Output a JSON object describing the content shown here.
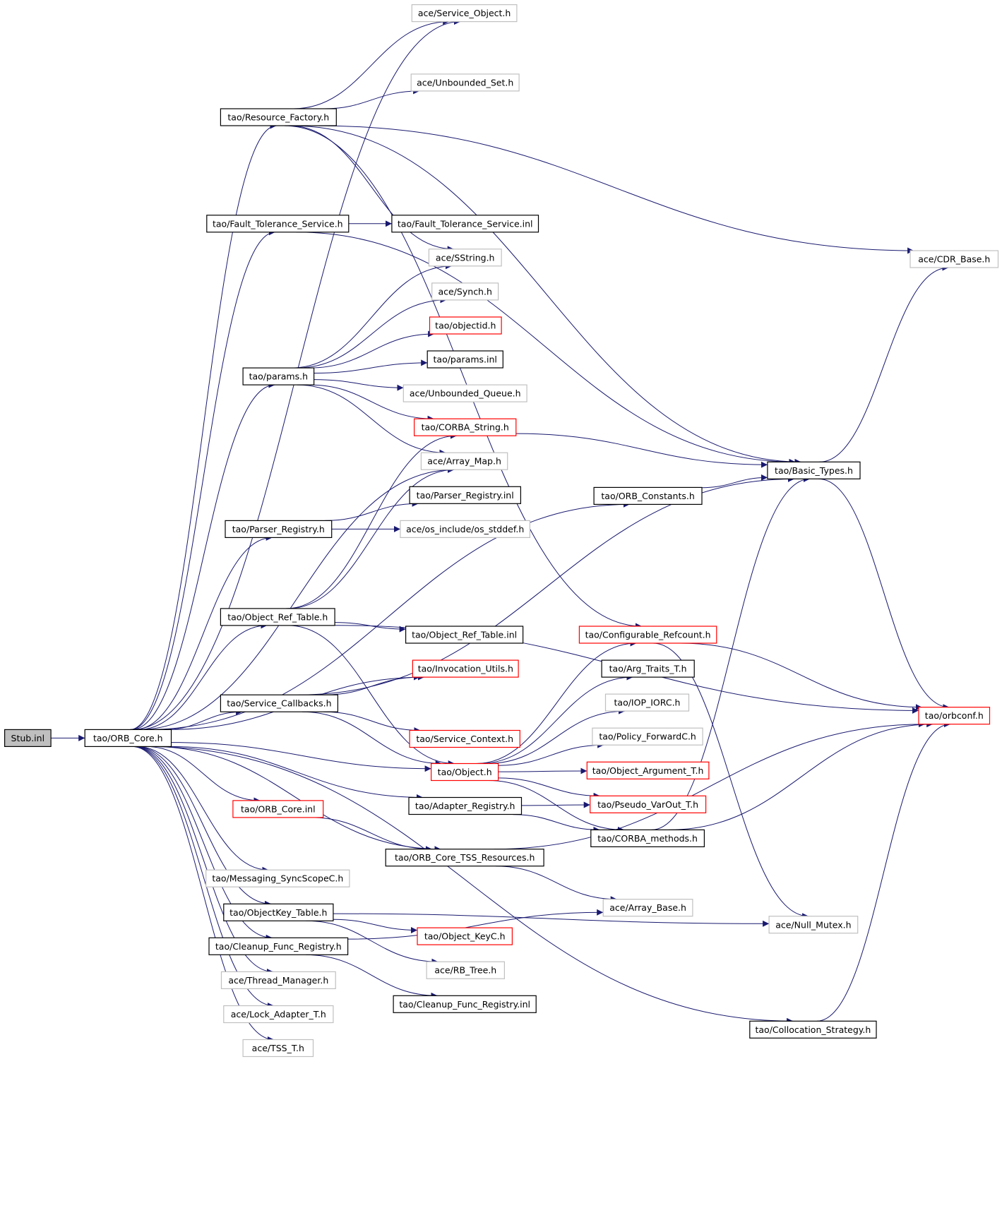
{
  "colors": {
    "edge": "#191970",
    "black_border": "#000000",
    "gray_border": "#c0c0c0",
    "red_border": "#ff0000",
    "root_fill": "#bfbfbf"
  },
  "nodes": [
    {
      "id": "stub",
      "label": "Stub.inl",
      "style": "root"
    },
    {
      "id": "orbcore",
      "label": "tao/ORB_Core.h",
      "style": "black"
    },
    {
      "id": "svcobj",
      "label": "ace/Service_Object.h",
      "style": "gray"
    },
    {
      "id": "unbset",
      "label": "ace/Unbounded_Set.h",
      "style": "gray"
    },
    {
      "id": "resfac",
      "label": "tao/Resource_Factory.h",
      "style": "black"
    },
    {
      "id": "fts",
      "label": "tao/Fault_Tolerance_Service.h",
      "style": "black"
    },
    {
      "id": "ftsinl",
      "label": "tao/Fault_Tolerance_Service.inl",
      "style": "black"
    },
    {
      "id": "sstring",
      "label": "ace/SString.h",
      "style": "gray"
    },
    {
      "id": "cdrbase",
      "label": "ace/CDR_Base.h",
      "style": "gray"
    },
    {
      "id": "synch",
      "label": "ace/Synch.h",
      "style": "gray"
    },
    {
      "id": "objectid",
      "label": "tao/objectid.h",
      "style": "red"
    },
    {
      "id": "paramsinl",
      "label": "tao/params.inl",
      "style": "black"
    },
    {
      "id": "params",
      "label": "tao/params.h",
      "style": "black"
    },
    {
      "id": "unbqueue",
      "label": "ace/Unbounded_Queue.h",
      "style": "gray"
    },
    {
      "id": "corbastr",
      "label": "tao/CORBA_String.h",
      "style": "red"
    },
    {
      "id": "arraymap",
      "label": "ace/Array_Map.h",
      "style": "gray"
    },
    {
      "id": "basictypes",
      "label": "tao/Basic_Types.h",
      "style": "black"
    },
    {
      "id": "parserreginl",
      "label": "tao/Parser_Registry.inl",
      "style": "black"
    },
    {
      "id": "orbconst",
      "label": "tao/ORB_Constants.h",
      "style": "black"
    },
    {
      "id": "parserreg",
      "label": "tao/Parser_Registry.h",
      "style": "black"
    },
    {
      "id": "osstddef",
      "label": "ace/os_include/os_stddef.h",
      "style": "gray"
    },
    {
      "id": "objreftab",
      "label": "tao/Object_Ref_Table.h",
      "style": "black"
    },
    {
      "id": "objreftabinl",
      "label": "tao/Object_Ref_Table.inl",
      "style": "black"
    },
    {
      "id": "confref",
      "label": "tao/Configurable_Refcount.h",
      "style": "red"
    },
    {
      "id": "invutils",
      "label": "tao/Invocation_Utils.h",
      "style": "red"
    },
    {
      "id": "argtraits",
      "label": "tao/Arg_Traits_T.h",
      "style": "black"
    },
    {
      "id": "svccb",
      "label": "tao/Service_Callbacks.h",
      "style": "black"
    },
    {
      "id": "iopiorc",
      "label": "tao/IOP_IORC.h",
      "style": "gray"
    },
    {
      "id": "orbconf",
      "label": "tao/orbconf.h",
      "style": "red"
    },
    {
      "id": "svcctx",
      "label": "tao/Service_Context.h",
      "style": "red"
    },
    {
      "id": "polfwd",
      "label": "tao/Policy_ForwardC.h",
      "style": "gray"
    },
    {
      "id": "object",
      "label": "tao/Object.h",
      "style": "red"
    },
    {
      "id": "objarg",
      "label": "tao/Object_Argument_T.h",
      "style": "red"
    },
    {
      "id": "orbcoreinl",
      "label": "tao/ORB_Core.inl",
      "style": "red"
    },
    {
      "id": "adapterreg",
      "label": "tao/Adapter_Registry.h",
      "style": "black"
    },
    {
      "id": "pseudovar",
      "label": "tao/Pseudo_VarOut_T.h",
      "style": "red"
    },
    {
      "id": "corbameth",
      "label": "tao/CORBA_methods.h",
      "style": "black"
    },
    {
      "id": "tssres",
      "label": "tao/ORB_Core_TSS_Resources.h",
      "style": "black"
    },
    {
      "id": "msgsync",
      "label": "tao/Messaging_SyncScopeC.h",
      "style": "gray"
    },
    {
      "id": "arraybase",
      "label": "ace/Array_Base.h",
      "style": "gray"
    },
    {
      "id": "objkeytab",
      "label": "tao/ObjectKey_Table.h",
      "style": "black"
    },
    {
      "id": "nullmutex",
      "label": "ace/Null_Mutex.h",
      "style": "gray"
    },
    {
      "id": "objkeyc",
      "label": "tao/Object_KeyC.h",
      "style": "red"
    },
    {
      "id": "cleanup",
      "label": "tao/Cleanup_Func_Registry.h",
      "style": "black"
    },
    {
      "id": "rbtree",
      "label": "ace/RB_Tree.h",
      "style": "gray"
    },
    {
      "id": "threadmgr",
      "label": "ace/Thread_Manager.h",
      "style": "gray"
    },
    {
      "id": "cleanupinl",
      "label": "tao/Cleanup_Func_Registry.inl",
      "style": "black"
    },
    {
      "id": "lockadapter",
      "label": "ace/Lock_Adapter_T.h",
      "style": "gray"
    },
    {
      "id": "collocation",
      "label": "tao/Collocation_Strategy.h",
      "style": "black"
    },
    {
      "id": "tsst",
      "label": "ace/TSS_T.h",
      "style": "gray"
    }
  ],
  "edges": [
    [
      "stub",
      "orbcore"
    ],
    [
      "orbcore",
      "svcobj"
    ],
    [
      "orbcore",
      "resfac"
    ],
    [
      "orbcore",
      "fts"
    ],
    [
      "orbcore",
      "params"
    ],
    [
      "orbcore",
      "arraymap"
    ],
    [
      "orbcore",
      "parserreg"
    ],
    [
      "orbcore",
      "orbconst"
    ],
    [
      "orbcore",
      "objreftab"
    ],
    [
      "orbcore",
      "invutils"
    ],
    [
      "orbcore",
      "svccb"
    ],
    [
      "orbcore",
      "object"
    ],
    [
      "orbcore",
      "orbcoreinl"
    ],
    [
      "orbcore",
      "adapterreg"
    ],
    [
      "orbcore",
      "tssres"
    ],
    [
      "orbcore",
      "msgsync"
    ],
    [
      "orbcore",
      "objkeytab"
    ],
    [
      "orbcore",
      "cleanup"
    ],
    [
      "orbcore",
      "threadmgr"
    ],
    [
      "orbcore",
      "lockadapter"
    ],
    [
      "orbcore",
      "tsst"
    ],
    [
      "orbcore",
      "collocation"
    ],
    [
      "resfac",
      "svcobj"
    ],
    [
      "resfac",
      "unbset"
    ],
    [
      "resfac",
      "cdrbase"
    ],
    [
      "resfac",
      "basictypes"
    ],
    [
      "resfac",
      "sstring"
    ],
    [
      "resfac",
      "confref"
    ],
    [
      "fts",
      "ftsinl"
    ],
    [
      "fts",
      "basictypes"
    ],
    [
      "params",
      "sstring"
    ],
    [
      "params",
      "synch"
    ],
    [
      "params",
      "objectid"
    ],
    [
      "params",
      "paramsinl"
    ],
    [
      "params",
      "unbqueue"
    ],
    [
      "params",
      "corbastr"
    ],
    [
      "params",
      "arraymap"
    ],
    [
      "corbastr",
      "basictypes"
    ],
    [
      "parserreg",
      "parserreginl"
    ],
    [
      "parserreg",
      "osstddef"
    ],
    [
      "orbconst",
      "basictypes"
    ],
    [
      "objreftab",
      "corbastr"
    ],
    [
      "objreftab",
      "arraymap"
    ],
    [
      "objreftab",
      "objreftabinl"
    ],
    [
      "objreftab",
      "orbconf"
    ],
    [
      "objreftab",
      "object"
    ],
    [
      "svccb",
      "invutils"
    ],
    [
      "svccb",
      "svcctx"
    ],
    [
      "svccb",
      "basictypes"
    ],
    [
      "svccb",
      "object"
    ],
    [
      "object",
      "confref"
    ],
    [
      "object",
      "argtraits"
    ],
    [
      "object",
      "iopiorc"
    ],
    [
      "object",
      "polfwd"
    ],
    [
      "object",
      "objarg"
    ],
    [
      "object",
      "pseudovar"
    ],
    [
      "object",
      "corbameth"
    ],
    [
      "confref",
      "orbconf"
    ],
    [
      "confref",
      "nullmutex"
    ],
    [
      "adapterreg",
      "pseudovar"
    ],
    [
      "adapterreg",
      "corbameth"
    ],
    [
      "corbameth",
      "basictypes"
    ],
    [
      "corbameth",
      "orbconf"
    ],
    [
      "basictypes",
      "cdrbase"
    ],
    [
      "basictypes",
      "orbconf"
    ],
    [
      "orbcoreinl",
      "tssres"
    ],
    [
      "tssres",
      "arraybase"
    ],
    [
      "tssres",
      "orbconf"
    ],
    [
      "objkeytab",
      "objkeyc"
    ],
    [
      "objkeytab",
      "rbtree"
    ],
    [
      "objkeytab",
      "nullmutex"
    ],
    [
      "cleanup",
      "cleanupinl"
    ],
    [
      "cleanup",
      "arraybase"
    ],
    [
      "collocation",
      "orbconf"
    ]
  ]
}
